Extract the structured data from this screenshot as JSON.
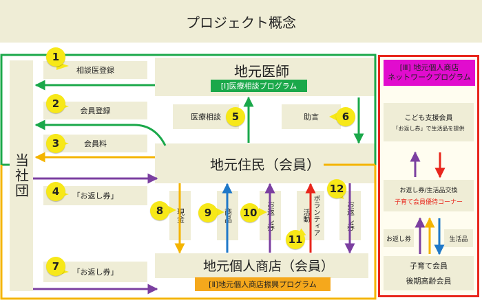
{
  "title": "プロジェクト概念",
  "left": {
    "label": "当社団"
  },
  "resident": {
    "label": "地元住民（会員）"
  },
  "doctor": {
    "label": "地元医師",
    "program": "[Ⅰ]医療相談プログラム"
  },
  "shop": {
    "label": "地元個人商店（会員）",
    "program": "[Ⅱ]地元個人商店振興プログラム"
  },
  "network": {
    "label": "[Ⅲ] 地元個人商店\nネットワークプログラム"
  },
  "right_panel": {
    "supporter": "こども支援会員",
    "supporter_sub": "「お返し券」で生活品を提供",
    "exchange": "お返し券/生活品交換",
    "exchange_sub": "子育て会員優待コーナー",
    "coupon": "お返し券",
    "goods": "生活品",
    "members_line1": "子育て会員",
    "members_line2": "後期高齢会員"
  },
  "steps": [
    {
      "num": "1",
      "label": "相談医登録"
    },
    {
      "num": "2",
      "label": "会員登録"
    },
    {
      "num": "3",
      "label": "会員料"
    },
    {
      "num": "4",
      "label": "「お返し券」"
    },
    {
      "num": "5",
      "label": "医療相談"
    },
    {
      "num": "6",
      "label": "助言"
    },
    {
      "num": "7",
      "label": "「お返し券」"
    },
    {
      "num": "8",
      "label": "現金"
    },
    {
      "num": "9",
      "label": "商品"
    },
    {
      "num": "10",
      "label": "お返し券"
    },
    {
      "num": "11",
      "label": "ボランティア活動"
    },
    {
      "num": "12",
      "label": "お返し券"
    }
  ],
  "colors": {
    "green": "#1aa84a",
    "yellow": "#f4b400",
    "purple": "#7b3fa0",
    "blue": "#1f78c8",
    "red": "#e8261c",
    "magenta": "#e10cce",
    "orange": "#f5a81c",
    "beige": "#efedd6"
  }
}
